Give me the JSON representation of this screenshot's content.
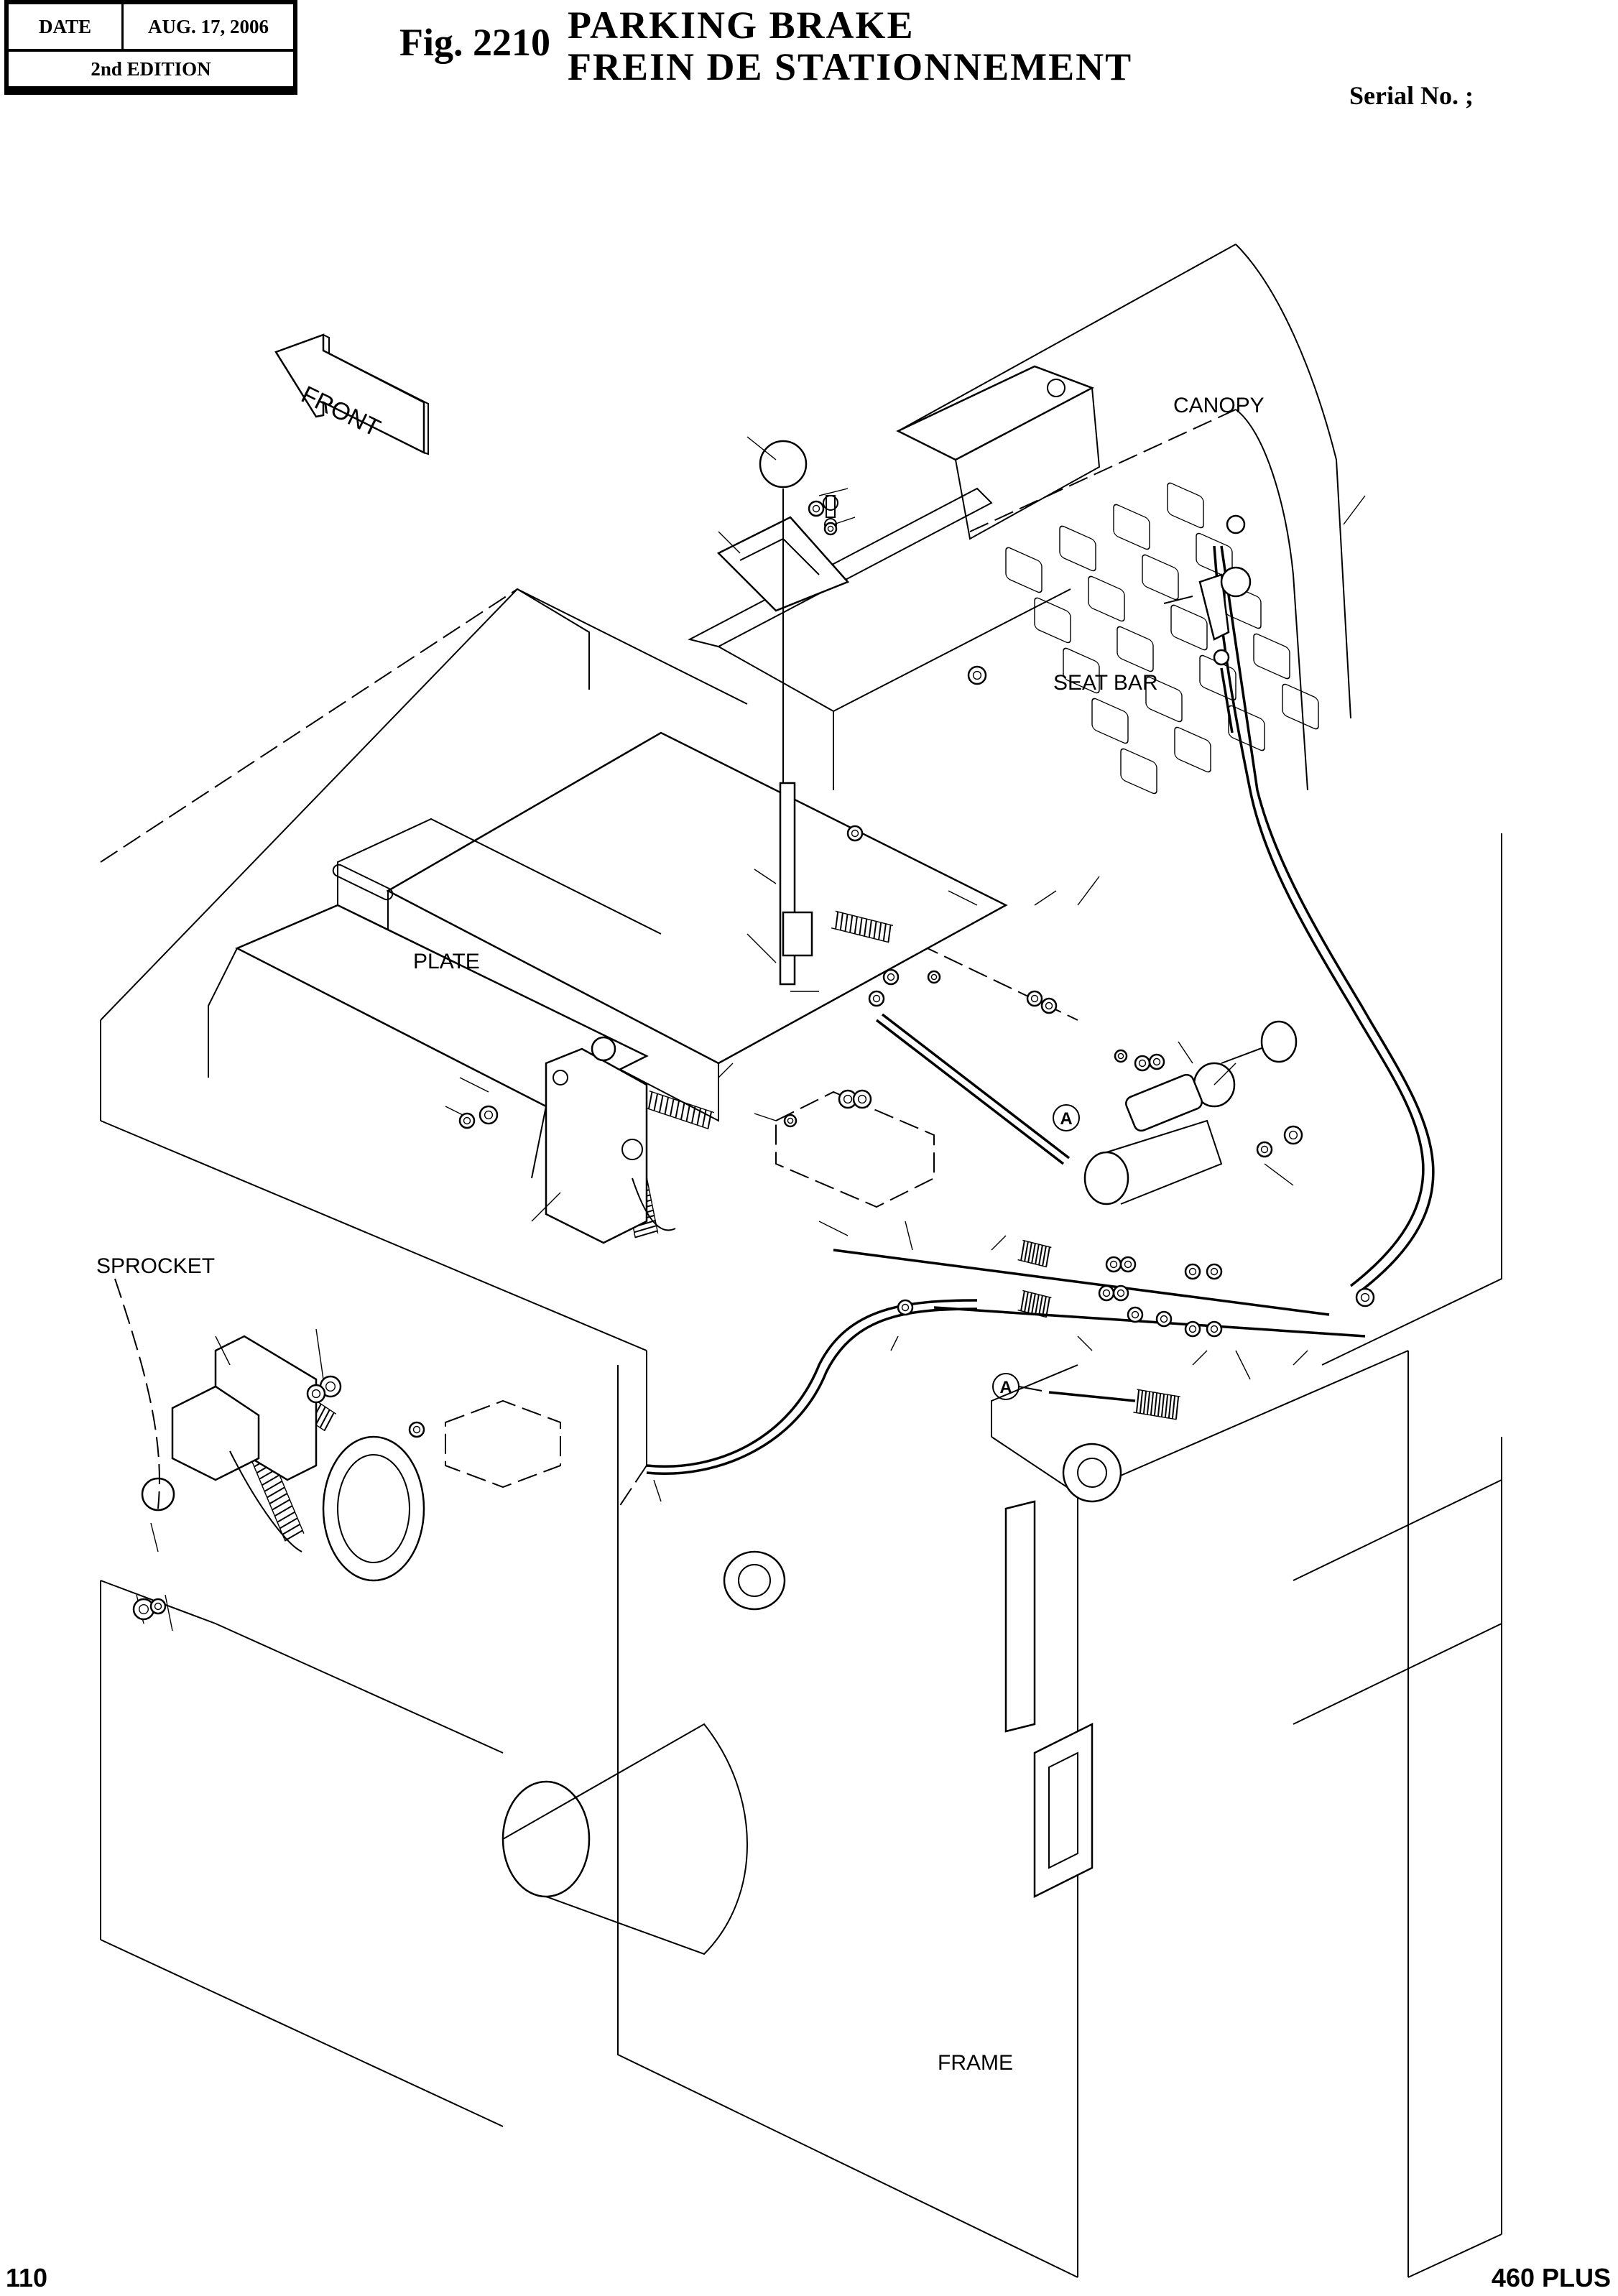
{
  "header": {
    "date_label": "DATE",
    "date_value": "AUG. 17, 2006",
    "edition": "2nd EDITION",
    "figure_number": "Fig. 2210",
    "title_en": "PARKING BRAKE",
    "title_fr": "FREIN DE STATIONNEMENT",
    "serial": "Serial No. ;"
  },
  "diagram": {
    "orientation_arrow": "FRONT",
    "labels": {
      "canopy": "CANOPY",
      "seat_bar": "SEAT BAR",
      "plate": "PLATE",
      "sprocket": "SPROCKET",
      "frame": "FRAME"
    },
    "callout_ref_a": "A",
    "icons": [
      "front-arrow-icon",
      "knob-ball-icon",
      "spring-icon",
      "cable-icon",
      "nut-icon",
      "washer-icon",
      "bolt-icon"
    ]
  },
  "footer": {
    "page_number": "110",
    "model": "460 PLUS"
  }
}
